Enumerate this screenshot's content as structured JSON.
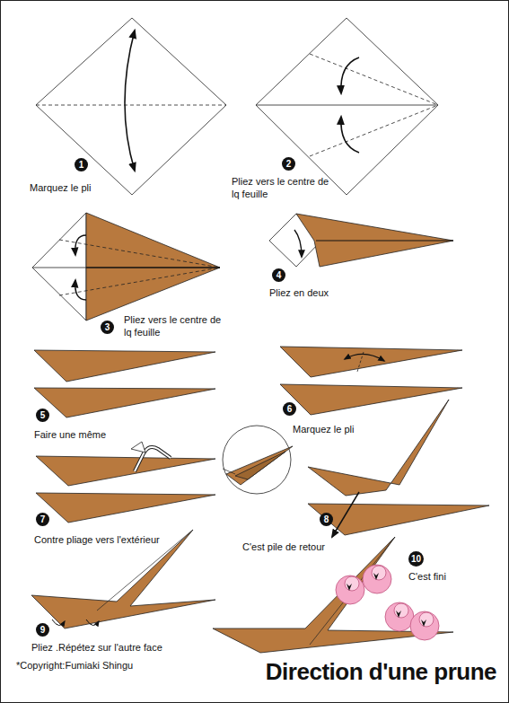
{
  "diagram": {
    "title": "Direction d'une prune",
    "labels": [
      "1",
      "Marquez le pli",
      "2",
      "Pliez vers le centre de lq feuille",
      "3",
      "Pliez vers le centre de lq feuille",
      "4",
      "Pliez en deux",
      "5",
      "Faire une même",
      "6",
      "Marquez le pli",
      "7",
      "Contre pliage vers l'extérieur",
      "8",
      "C'est pile de retour",
      "9",
      "Pliez .Répétez sur l'autre face",
      "10",
      "C'est fini",
      "*Copyright:Fumiaki Shingu"
    ]
  }
}
